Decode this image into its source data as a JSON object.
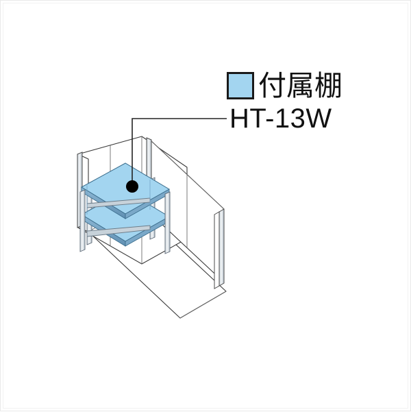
{
  "page": {
    "title": "付属棚 HT-13W",
    "background_color": "#ffffff",
    "border_color": "#e9e9e9"
  },
  "legend": {
    "swatch_name": "shelf-color-swatch",
    "swatch_color": "#a3d5f0",
    "swatch_border_color": "#1a1a1a",
    "label": "付属棚",
    "part_code": "HT-13W"
  },
  "leader": {
    "marker_name": "callout-dot",
    "marker_color": "#000000",
    "line_color": "#222222"
  },
  "drawing": {
    "type": "isometric-technical-illustration",
    "subject": "storage-shed-interior-with-attached-shelf",
    "line_color": "#3a3a3a",
    "wall_fill": "#ffffff",
    "floor_fill": "#ffffff",
    "post_fill": "#d8dde2",
    "post_edge": "#5a6673",
    "shelf_top_fill": "#a3d5f0",
    "shelf_edge_fill": "#6f9fc0",
    "shelf_frame_fill": "#9fb4c4",
    "shelf_count": 2
  }
}
